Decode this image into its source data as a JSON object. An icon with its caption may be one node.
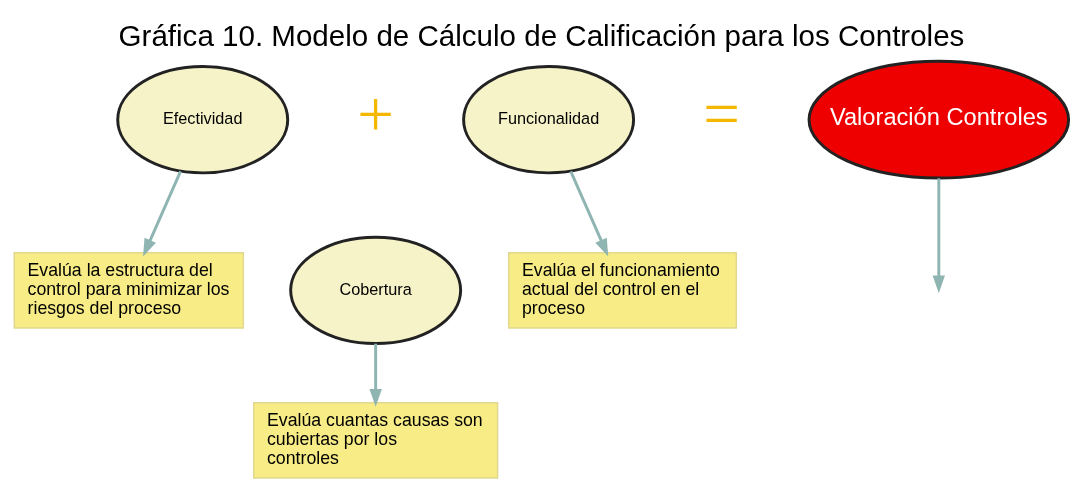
{
  "diagram": {
    "title": "Gráfica 10. Modelo de Cálculo de Calificación para los Controles",
    "nodes": [
      {
        "text": [
          "Efectividad"
        ]
      },
      {
        "text": [
          "Funcionalidad"
        ]
      },
      {
        "text": [
          "Valoración Controles"
        ]
      },
      {
        "text": [
          "Cobertura"
        ]
      },
      {
        "text": [
          "Evalúa la estructura del control para minimizar los riesgos del proceso"
        ]
      },
      {
        "text": [
          "Evalúa el funcionamiento actual del control en el proceso"
        ]
      },
      {
        "text": [
          "Evalúa cuantas causas son cubiertas por los controles"
        ]
      }
    ],
    "edges": [
      {
        "from": 0,
        "to": 4,
        "arrow": "to"
      },
      {
        "from": 1,
        "to": 5,
        "arrow": "to"
      },
      {
        "from": 3,
        "to": 6,
        "arrow": "to"
      },
      {
        "from": 2,
        "to": null,
        "arrow": "to"
      }
    ],
    "labels": [
      "+",
      "="
    ]
  }
}
